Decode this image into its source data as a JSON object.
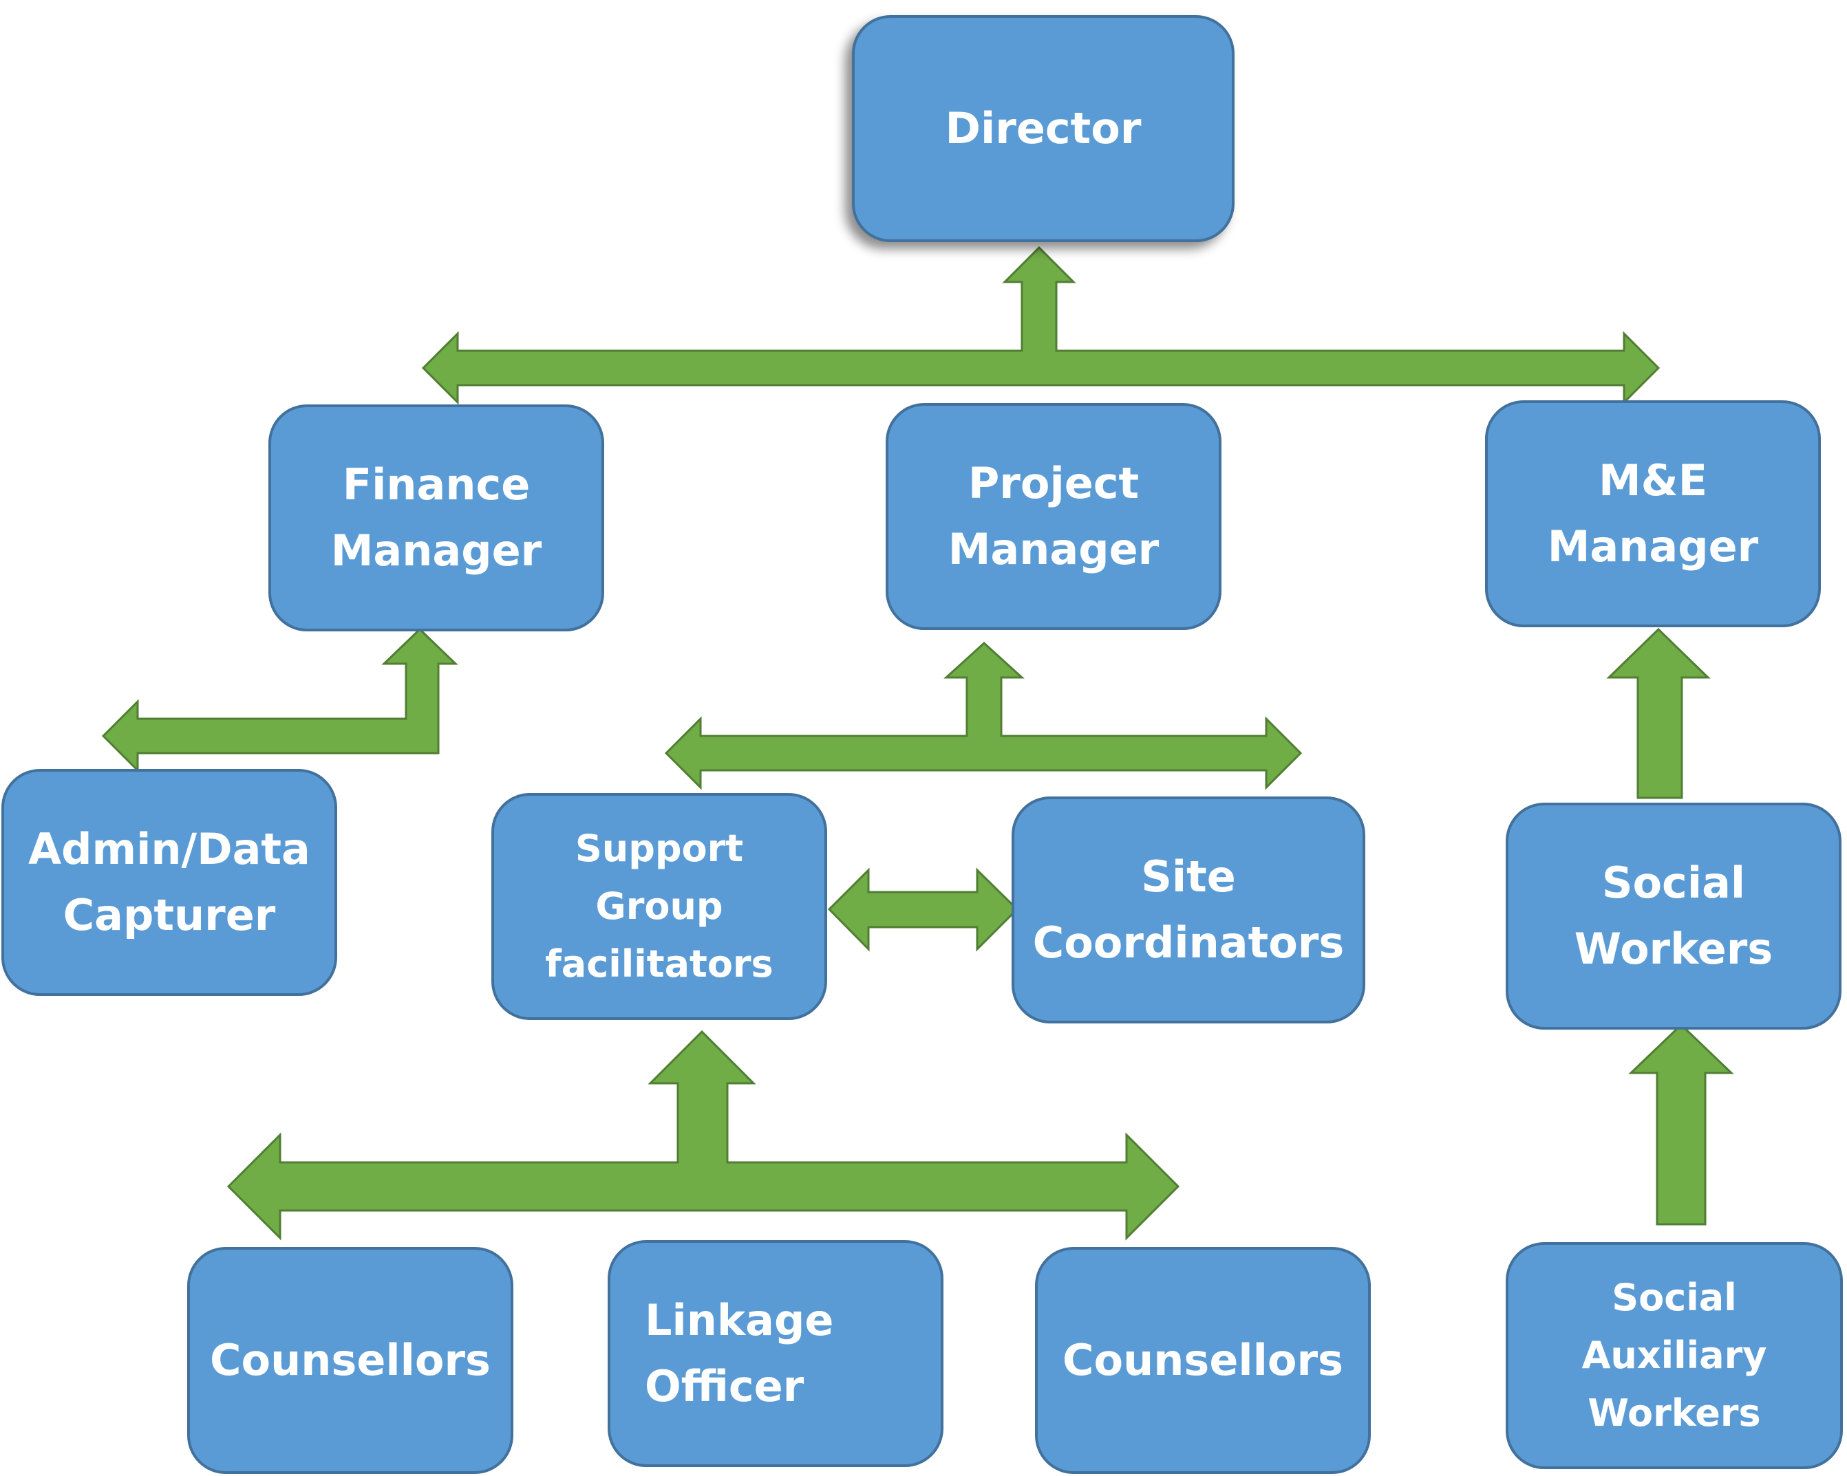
{
  "colors": {
    "box_fill": "#5b9bd5",
    "box_border": "#41719c",
    "box_text": "#ffffff",
    "arrow_fill": "#70ad47",
    "arrow_border": "#507e32"
  },
  "nodes": {
    "director": {
      "lines": [
        "Director"
      ]
    },
    "finance_manager": {
      "lines": [
        "Finance",
        "Manager"
      ]
    },
    "project_manager": {
      "lines": [
        "Project",
        "Manager"
      ]
    },
    "me_manager": {
      "lines": [
        "M&E",
        "Manager"
      ]
    },
    "admin_data_capturer": {
      "lines": [
        "Admin/Data",
        "Capturer"
      ]
    },
    "support_group_facilitators": {
      "lines": [
        "Support",
        "Group",
        "facilitators"
      ]
    },
    "site_coordinators": {
      "lines": [
        "Site",
        "Coordinators"
      ]
    },
    "social_workers": {
      "lines": [
        "Social",
        "Workers"
      ]
    },
    "counsellors_left": {
      "lines": [
        "Counsellors"
      ]
    },
    "linkage_officer": {
      "lines": [
        "Linkage",
        "Officer"
      ]
    },
    "counsellors_right": {
      "lines": [
        "Counsellors"
      ]
    },
    "social_auxiliary_workers": {
      "lines": [
        "Social",
        "Auxiliary",
        "Workers"
      ]
    }
  }
}
